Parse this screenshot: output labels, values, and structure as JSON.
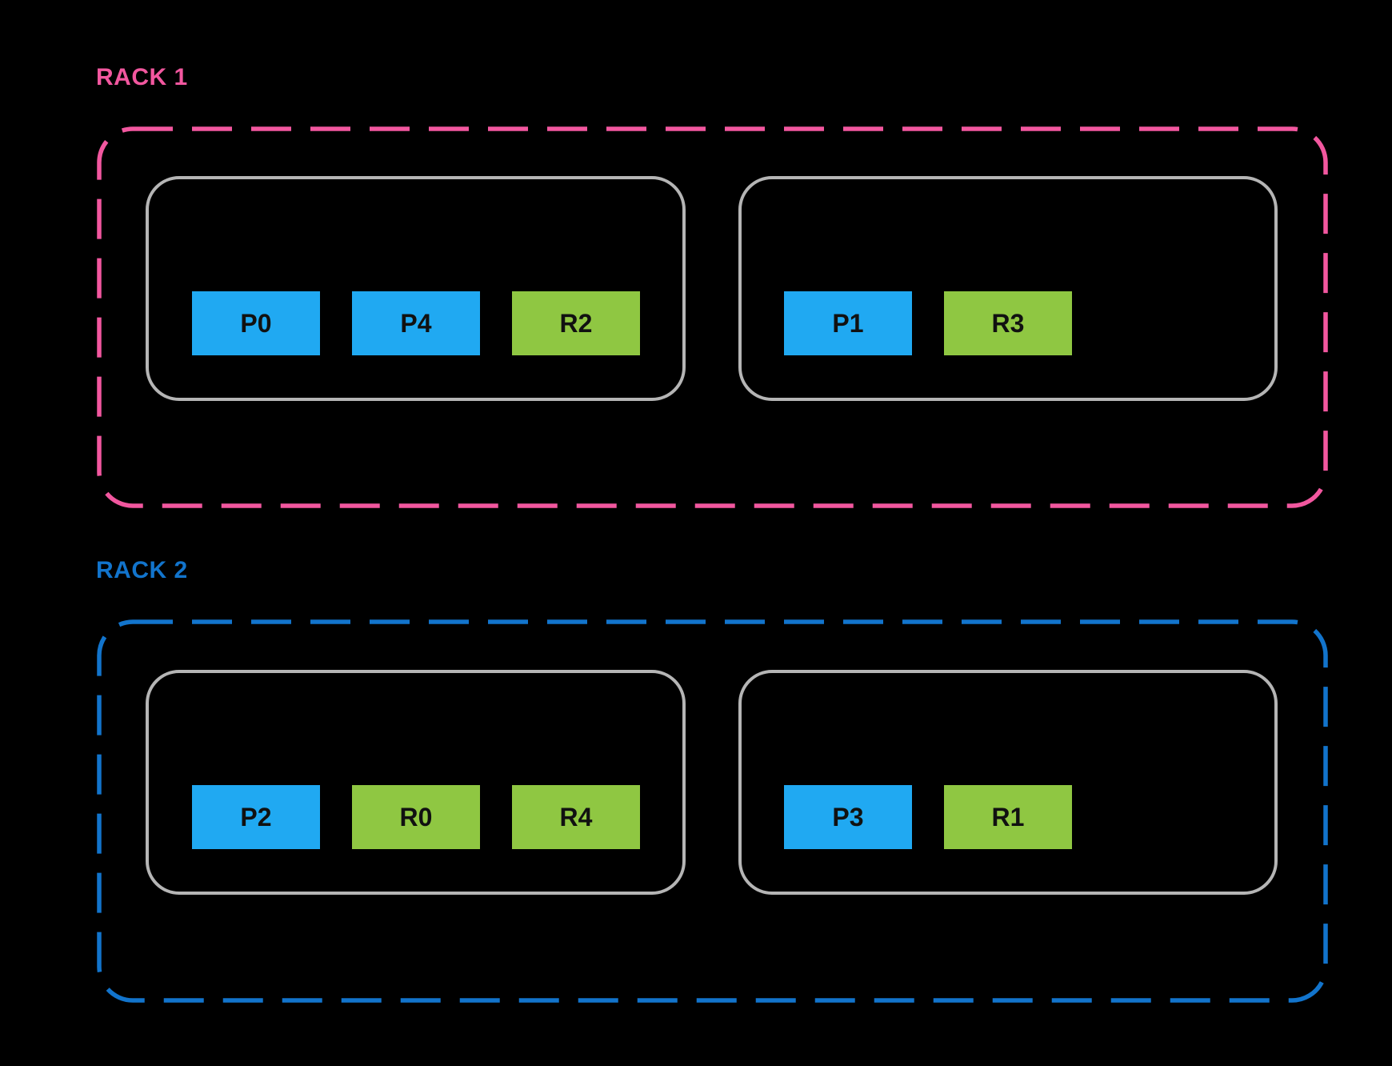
{
  "racks": [
    {
      "label": "RACK 1",
      "accent_color": "#F2579F",
      "hosts": [
        {
          "blocks": [
            {
              "label": "P0",
              "fill": "#20A9F2"
            },
            {
              "label": "P4",
              "fill": "#20A9F2"
            },
            {
              "label": "R2",
              "fill": "#8FC742"
            }
          ]
        },
        {
          "blocks": [
            {
              "label": "P1",
              "fill": "#20A9F2"
            },
            {
              "label": "R3",
              "fill": "#8FC742"
            }
          ]
        }
      ]
    },
    {
      "label": "RACK 2",
      "accent_color": "#1274CC",
      "hosts": [
        {
          "blocks": [
            {
              "label": "P2",
              "fill": "#20A9F2"
            },
            {
              "label": "R0",
              "fill": "#8FC742"
            },
            {
              "label": "R4",
              "fill": "#8FC742"
            }
          ]
        },
        {
          "blocks": [
            {
              "label": "P3",
              "fill": "#20A9F2"
            },
            {
              "label": "R1",
              "fill": "#8FC742"
            }
          ]
        }
      ]
    }
  ],
  "colors": {
    "background": "#000000",
    "host_border": "#B5B5B5",
    "partition_fill": "#20A9F2",
    "replica_fill": "#8FC742",
    "block_text": "#111111"
  }
}
